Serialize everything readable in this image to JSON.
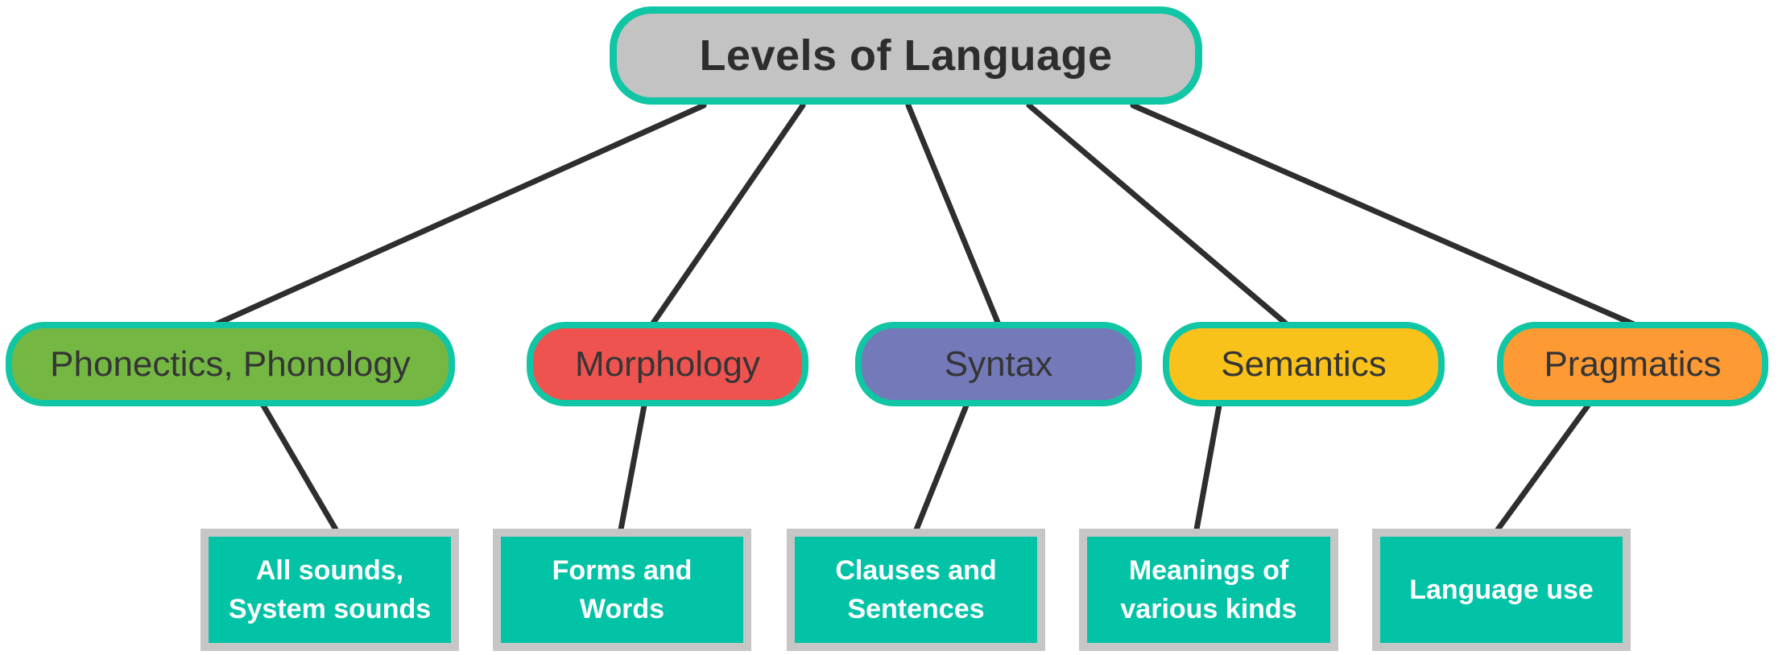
{
  "title": {
    "label": "Levels of Language"
  },
  "palette": {
    "teal_border": "#10c6a4",
    "teal_fill": "#02c3a6",
    "title_fill": "#c3c3c3",
    "leaf_border": "#c6c6c6",
    "line_color": "#2e2e2e",
    "green": "#74b843",
    "red": "#ef5350",
    "purple": "#7479b9",
    "yellow": "#f9c21b",
    "orange": "#fd9a33"
  },
  "categories": [
    {
      "label": "Phonectics, Phonology",
      "color": "#74b843"
    },
    {
      "label": "Morphology",
      "color": "#ef5350"
    },
    {
      "label": "Syntax",
      "color": "#7479b9"
    },
    {
      "label": "Semantics",
      "color": "#f9c21b"
    },
    {
      "label": "Pragmatics",
      "color": "#fd9a33"
    }
  ],
  "details": [
    {
      "lines": [
        "All sounds,",
        "System sounds"
      ]
    },
    {
      "lines": [
        "Forms and",
        "Words"
      ]
    },
    {
      "lines": [
        "Clauses and",
        "Sentences"
      ]
    },
    {
      "lines": [
        "Meanings of",
        "various kinds"
      ]
    },
    {
      "lines": [
        "Language use"
      ]
    }
  ]
}
